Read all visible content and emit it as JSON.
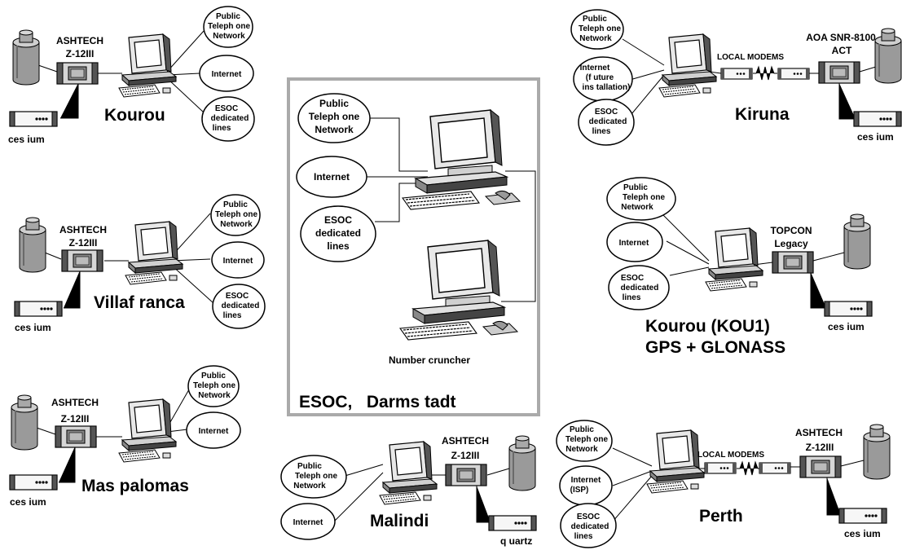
{
  "esoc_box": {
    "site_label": "ESOC,   Darms tadt",
    "pub_net": [
      "Public",
      "Teleph one",
      "Network"
    ],
    "internet": "Internet",
    "esoc_lines": [
      "ESOC",
      "dedicated",
      "lines"
    ],
    "number_cruncher": "Number cruncher"
  },
  "kourou": {
    "site": "Kourou",
    "receiver": [
      "ASHTECH",
      "Z-12III"
    ],
    "clock": "ces ium",
    "pub_net": [
      "Public",
      "Teleph one",
      "Network"
    ],
    "internet": "Internet",
    "esoc_lines": [
      "ESOC",
      "dedicated",
      "lines"
    ]
  },
  "villafranca": {
    "site": "Villaf ranca",
    "receiver": [
      "ASHTECH",
      "Z-12III"
    ],
    "clock": "ces ium",
    "pub_net": [
      "Public",
      "Teleph one",
      "Network"
    ],
    "internet": "Internet",
    "esoc_lines": [
      "ESOC",
      "dedicated",
      "lines"
    ]
  },
  "maspalomas": {
    "site": "Mas palomas",
    "receiver": [
      "ASHTECH",
      "Z-12III"
    ],
    "clock": "ces ium",
    "pub_net": [
      "Public",
      "Teleph one",
      "Network"
    ],
    "internet": "Internet"
  },
  "malindi": {
    "site": "Malindi",
    "receiver": [
      "ASHTECH",
      "Z-12III"
    ],
    "clock": "q uartz",
    "pub_net": [
      "Public",
      "Teleph one",
      "Network"
    ],
    "internet": "Internet"
  },
  "kiruna": {
    "site": "Kiruna",
    "receiver": [
      "AOA SNR-8100",
      "ACT"
    ],
    "clock": "ces ium",
    "modems": "LOCAL MODEMS",
    "pub_net": [
      "Public",
      "Teleph one",
      "Network"
    ],
    "internet": [
      "Internet",
      "(f uture",
      "ins tallation)"
    ],
    "esoc_lines": [
      "ESOC",
      "dedicated",
      "lines"
    ]
  },
  "kou1": {
    "site": [
      "Kourou (KOU1)",
      "GPS + GLONASS"
    ],
    "receiver": [
      "TOPCON",
      "Legacy"
    ],
    "clock": "ces ium",
    "pub_net": [
      "Public",
      "Teleph one",
      "Network"
    ],
    "internet": "Internet",
    "esoc_lines": [
      "ESOC",
      "dedicated",
      "lines"
    ]
  },
  "perth": {
    "site": "Perth",
    "receiver": [
      "ASHTECH",
      "Z-12III"
    ],
    "clock": "ces ium",
    "modems": "LOCAL MODEMS",
    "pub_net": [
      "Public",
      "Teleph one",
      "Network"
    ],
    "internet": [
      "Internet",
      "(ISP)"
    ],
    "esoc_lines": [
      "ESOC",
      "dedicated",
      "lines"
    ]
  }
}
